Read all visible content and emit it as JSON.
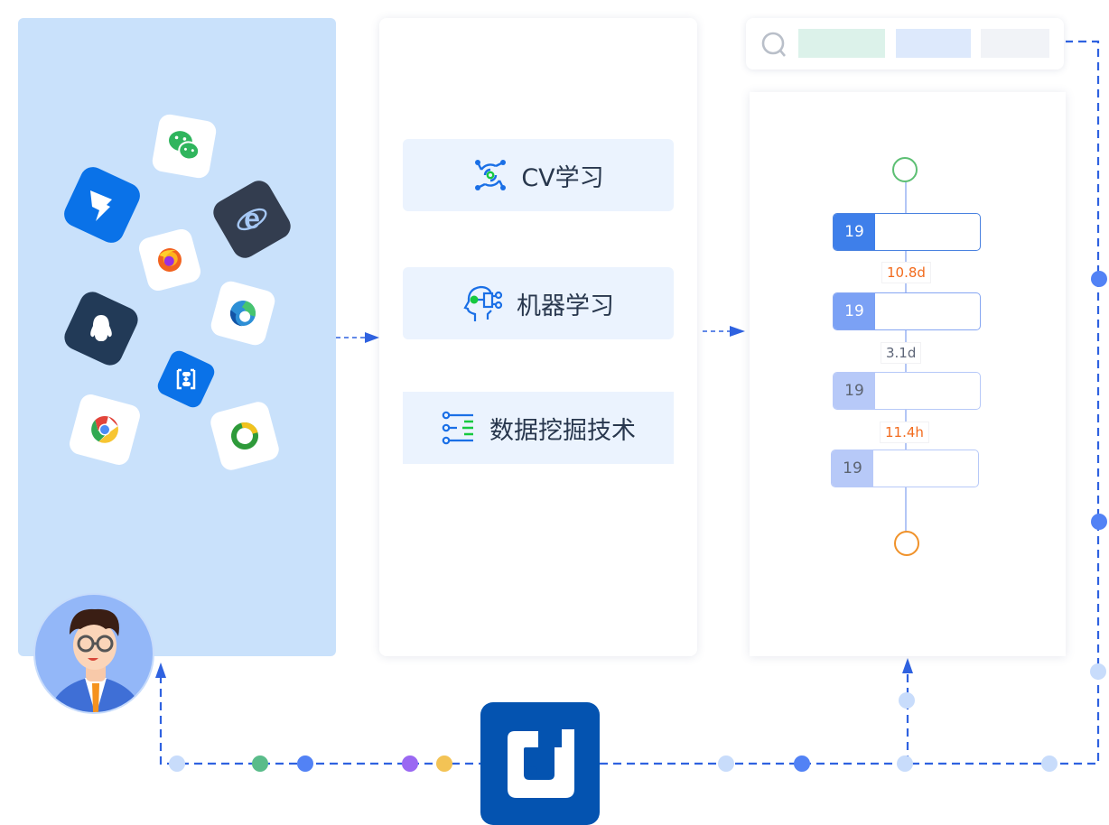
{
  "apps": [
    {
      "name": "wechat",
      "bg": "#ffffff",
      "fg": "#2fb55d"
    },
    {
      "name": "dingtalk",
      "bg": "#0a72e8",
      "fg": "#ffffff"
    },
    {
      "name": "internet-explorer",
      "bg": "#333d4f",
      "fg": "#a6c8f5"
    },
    {
      "name": "firefox",
      "bg": "#ffffff",
      "fg": "#f2631f"
    },
    {
      "name": "qq",
      "bg": "#223a57",
      "fg": "#ffffff"
    },
    {
      "name": "edge",
      "bg": "#ffffff",
      "fg": "#1f7ad2"
    },
    {
      "name": "feishu-connector",
      "bg": "#0a72e8",
      "fg": "#ffffff"
    },
    {
      "name": "chrome",
      "bg": "#ffffff",
      "fg": "#e2443a"
    },
    {
      "name": "green-ring-app",
      "bg": "#ffffff",
      "fg": "#2e9a3a"
    }
  ],
  "features": [
    {
      "label": "CV学习",
      "icon": "computer-vision-icon"
    },
    {
      "label": "机器学习",
      "icon": "machine-learning-head-icon"
    },
    {
      "label": "数据挖掘技术",
      "icon": "data-mining-list-icon"
    }
  ],
  "search": {
    "icon": "search-icon",
    "chips": [
      {
        "color": "#dcf2ea"
      },
      {
        "color": "#dde9fc"
      },
      {
        "color": "#f1f3f7"
      }
    ]
  },
  "flow": {
    "start_color": "#5cbf73",
    "end_color": "#f0922a",
    "nodes": [
      {
        "value": "19",
        "fill": "#3e7fea",
        "border": "#4a82e0",
        "text": "#ffffff"
      },
      {
        "value": "19",
        "fill": "#7ba1f5",
        "border": "#86a6f2",
        "text": "#ffffff"
      },
      {
        "value": "19",
        "fill": "#b7c9f8",
        "border": "#b7c9f8",
        "text": "#5c6370"
      },
      {
        "value": "19",
        "fill": "#b7c9f8",
        "border": "#b7c9f8",
        "text": "#5c6370"
      }
    ],
    "durations": [
      {
        "label": "10.8d",
        "color": "#f26b1d"
      },
      {
        "label": "3.1d",
        "color": "#5e6678"
      },
      {
        "label": "11.4h",
        "color": "#f26b1d"
      }
    ]
  },
  "hub": {
    "icon": "hub-logo-icon",
    "color": "#0453b0"
  },
  "connector_color": "#2f62e0",
  "bottom_dots": [
    {
      "color": "#c8dcfb"
    },
    {
      "color": "#5abc8a"
    },
    {
      "color": "#5282f5"
    },
    {
      "color": "#9a68f2"
    },
    {
      "color": "#f3c355"
    },
    {
      "color": "#c8dcfb"
    },
    {
      "color": "#5282f5"
    },
    {
      "color": "#c8dcfb"
    },
    {
      "color": "#c8dcfb"
    }
  ],
  "vertical_dot": {
    "color": "#c8dcfb"
  },
  "right_dots": [
    {
      "color": "#5282f5"
    },
    {
      "color": "#5282f5"
    },
    {
      "color": "#c8dcfb"
    }
  ],
  "avatar": {
    "label": "user-avatar",
    "bg": "#93b7f8"
  }
}
